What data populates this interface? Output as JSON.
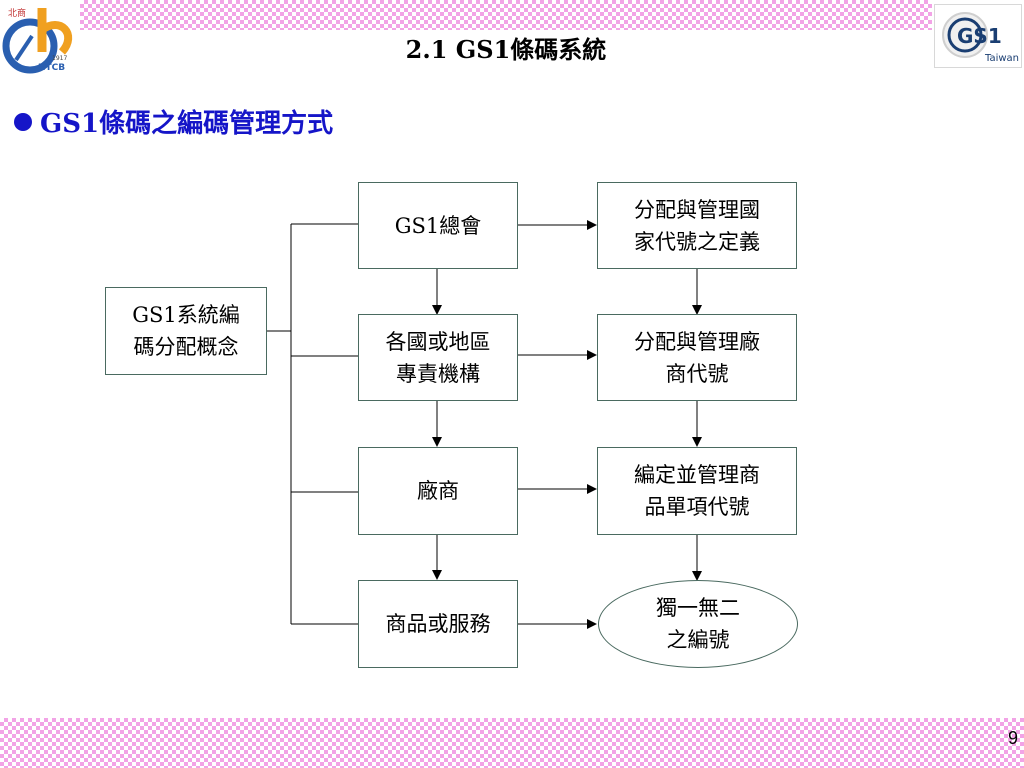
{
  "header": {
    "title": "2.1 GS1條碼系統",
    "left_logo": {
      "icon": "ntcb-logo",
      "text_top": "北商",
      "year": "1917",
      "text_bottom": "NTCB"
    },
    "right_logo": {
      "icon": "gs1-taiwan-logo",
      "brand": "GS1",
      "region": "Taiwan"
    }
  },
  "heading": "GS1條碼之編碼管理方式",
  "diagram": {
    "root": "GS1系統編\n碼分配概念",
    "left_column": [
      "GS1總會",
      "各國或地區\n專責機構",
      "廠商",
      "商品或服務"
    ],
    "right_column": [
      "分配與管理國\n家代號之定義",
      "分配與管理廠\n商代號",
      "編定並管理商\n品單項代號",
      "獨一無二\n之編號"
    ]
  },
  "colors": {
    "heading": "#1515c8",
    "band": "#f2a3e6",
    "border": "#4a6a60"
  },
  "footer": {
    "page_number": "9"
  }
}
